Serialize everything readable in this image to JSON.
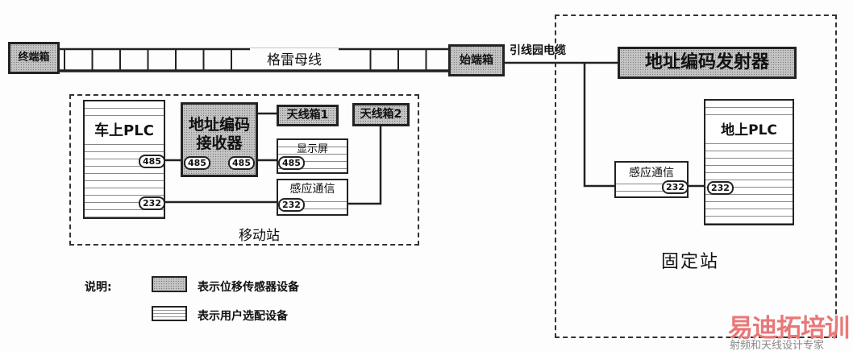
{
  "bus": {
    "end_box": "终端箱",
    "bus_label": "格雷母线",
    "start_box": "始端箱",
    "cable_label": "引线园电缆"
  },
  "mobile": {
    "title": "移动站",
    "plc": "车上PLC",
    "receiver": [
      "地址编码",
      "接收器"
    ],
    "antenna1": "天线箱1",
    "antenna2": "天线箱2",
    "display": "显示屏",
    "comm": "感应通信",
    "port485": "485",
    "port232": "232"
  },
  "fixed": {
    "title": "固定站",
    "transmitter": "地址编码发射器",
    "comm": "感应通信",
    "plc": "地上PLC",
    "port232": "232"
  },
  "legend": {
    "title": "说明:",
    "items": [
      {
        "label": "表示位移传感器设备"
      },
      {
        "label": "表示用户选配设备"
      }
    ]
  },
  "watermark": {
    "brand": "易迪拓培训",
    "slogan": "射频和天线设计专家"
  }
}
